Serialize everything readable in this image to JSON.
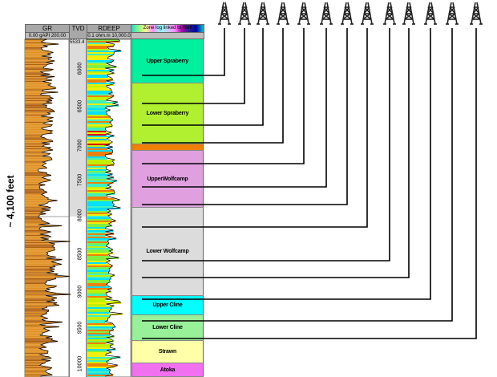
{
  "side_label": "~ 4,100 feet",
  "tracks": {
    "gr": {
      "title": "GR",
      "scale": "0.00 gAPI 200.00"
    },
    "tvd": {
      "title": "TVD",
      "top_depth": "5533.4"
    },
    "rdeep": {
      "title": "RDEEP",
      "scale": "0.1 ohm.m 10,000.0"
    },
    "zone": {
      "title": "Zone log linked to Well"
    }
  },
  "depth_ticks": [
    "6000",
    "6500",
    "7000",
    "7500",
    "8000",
    "8500",
    "9000",
    "9500",
    "10000"
  ],
  "zones": [
    {
      "name": "Upper Spraberry",
      "color": "#00f0a0"
    },
    {
      "name": "Lower Spraberry",
      "color": "#b0f030"
    },
    {
      "name": "",
      "color": "#f08000"
    },
    {
      "name": "UpperWolfcamp",
      "color": "#e0a0e0"
    },
    {
      "name": "Lower Wolfcamp",
      "color": "#dcdcdc"
    },
    {
      "name": "Upper Cline",
      "color": "#00ffff"
    },
    {
      "name": "Lower Cline",
      "color": "#98f098"
    },
    {
      "name": "Strawn",
      "color": "#ffffa8"
    },
    {
      "name": "Atoka",
      "color": "#f070f0"
    }
  ],
  "wells_count": 13
}
